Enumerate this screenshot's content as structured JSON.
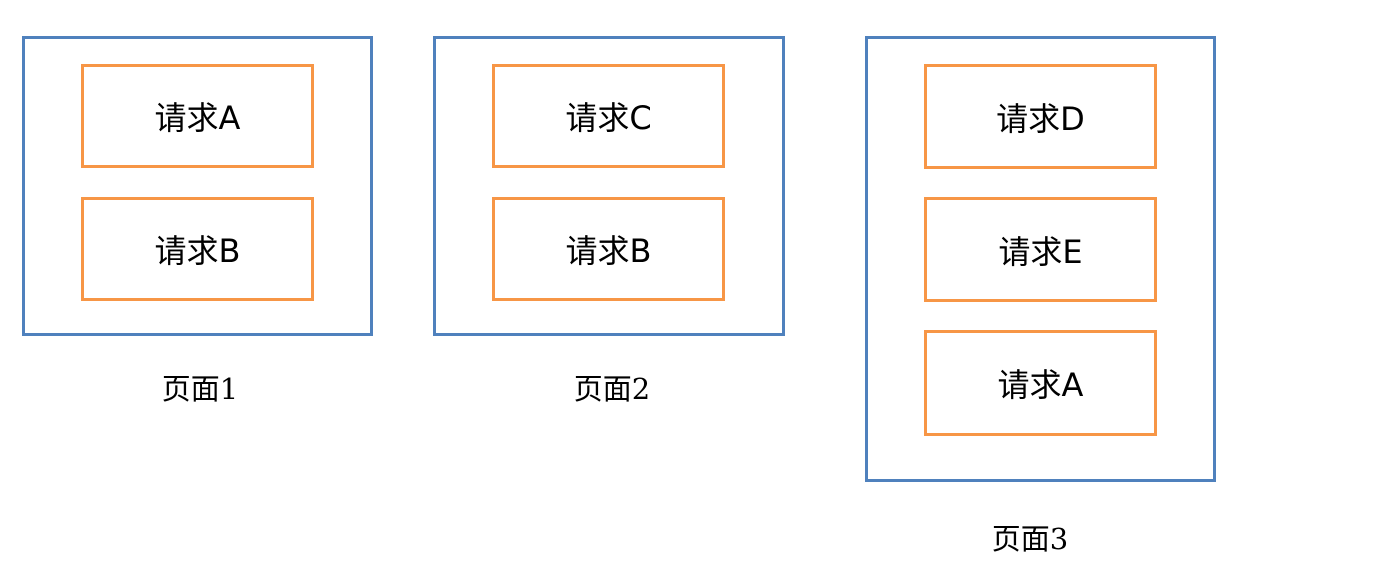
{
  "pages": [
    {
      "caption": "页面1",
      "requests": [
        "请求A",
        "请求B"
      ]
    },
    {
      "caption": "页面2",
      "requests": [
        "请求C",
        "请求B"
      ]
    },
    {
      "caption": "页面3",
      "requests": [
        "请求D",
        "请求E",
        "请求A"
      ]
    }
  ],
  "colors": {
    "page_border": "#4f81bd",
    "request_border": "#f79646"
  }
}
